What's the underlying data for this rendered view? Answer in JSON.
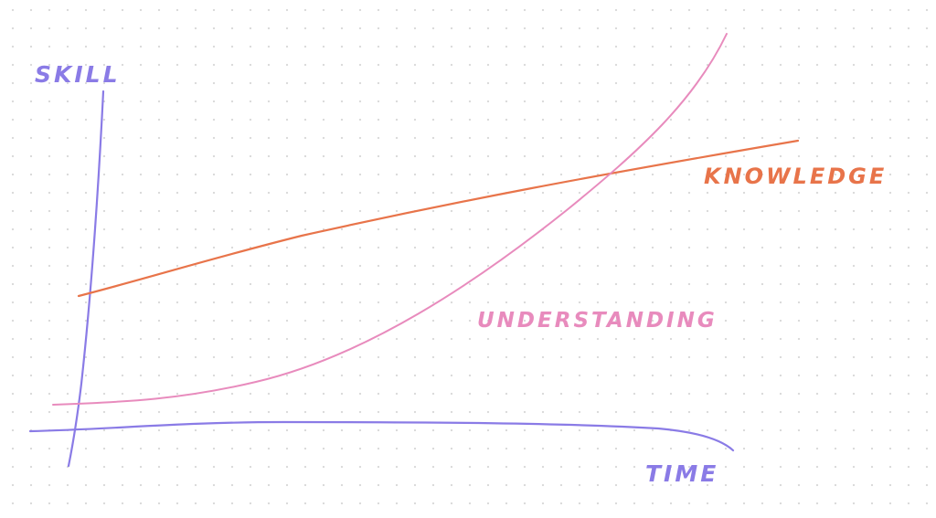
{
  "axes": {
    "y_label": "SKILL",
    "x_label": "TIME",
    "color": "#8a7be6"
  },
  "curves": [
    {
      "id": "knowledge",
      "label": "KNOWLEDGE",
      "color": "#e8744a",
      "shape": "linear, gently rising"
    },
    {
      "id": "understanding",
      "label": "UNDERSTANDING",
      "color": "#e88bbd",
      "shape": "exponential, starts low and overtakes knowledge"
    }
  ]
}
